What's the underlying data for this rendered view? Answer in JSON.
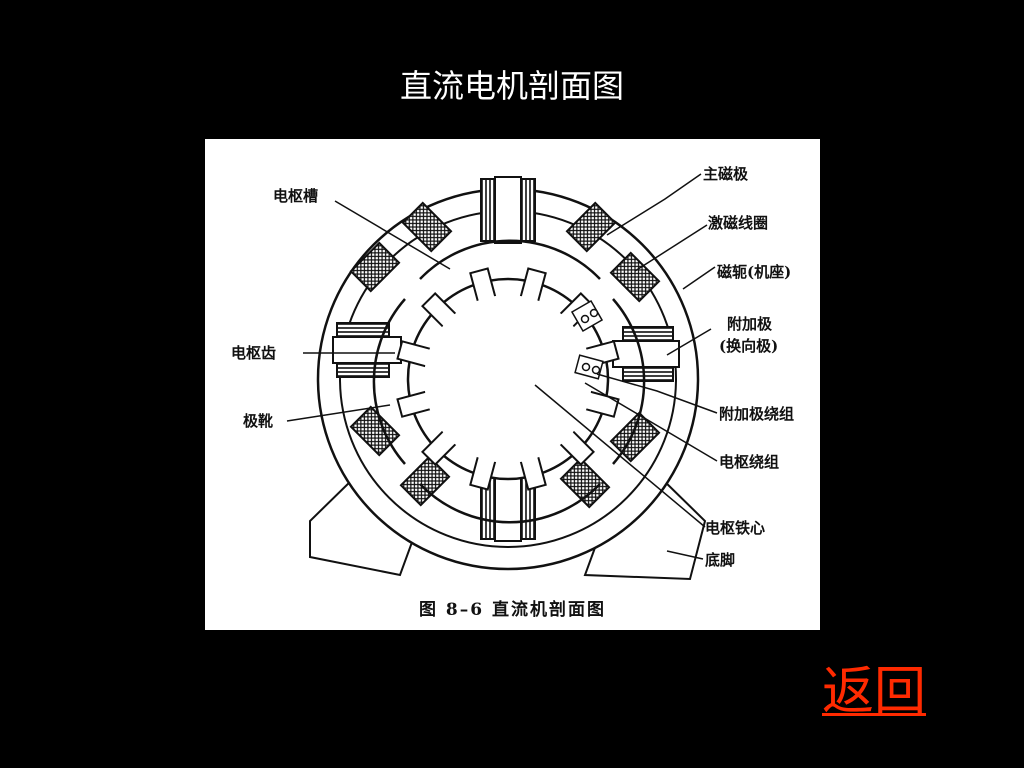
{
  "slide": {
    "title": "直流电机剖面图"
  },
  "figure": {
    "labels": {
      "armature_slot": "电枢槽",
      "armature_tooth": "电枢齿",
      "pole_shoe": "极靴",
      "main_pole": "主磁极",
      "field_winding": "激磁线圈",
      "yoke": "磁轭(机座)",
      "interpole_line1": "附加极",
      "interpole_line2": "(换向极)",
      "interpole_winding": "附加极绕组",
      "armature_winding": "电枢绕组",
      "armature_core": "电枢铁心",
      "base": "底脚"
    },
    "caption": "图 8–6 直流机剖面图"
  },
  "nav": {
    "back_label": "返回",
    "link_color": "#ff2a00"
  }
}
